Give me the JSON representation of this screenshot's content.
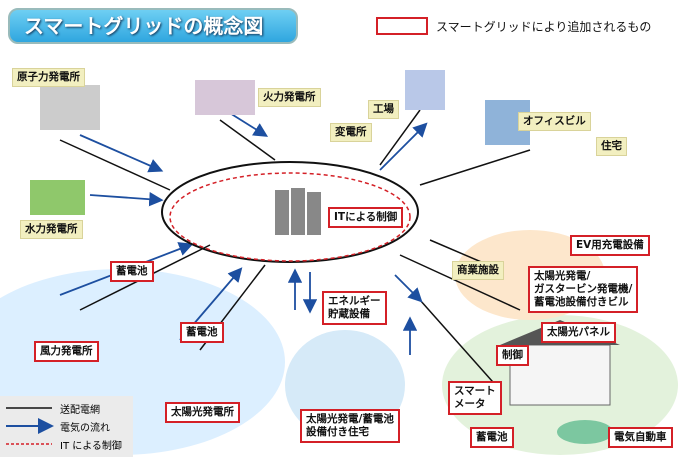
{
  "title": "スマートグリッドの概念図",
  "legend_top": "スマートグリッドにより追加されるもの",
  "labels_existing": {
    "nuclear": "原子力発電所",
    "thermal": "火力発電所",
    "factory": "工場",
    "office": "オフィスビル",
    "substation": "変電所",
    "house": "住宅",
    "hydro": "水力発電所",
    "commercial": "商業施設"
  },
  "labels_new": {
    "it_control": "ITによる制御",
    "ev_charger": "EV用充電設備",
    "building": "太陽光発電/\nガスタービン発電機/\n蓄電池設備付きビル",
    "battery1": "蓄電池",
    "storage": "エネルギー\n貯蔵設備",
    "battery2": "蓄電池",
    "solar_panel": "太陽光パネル",
    "wind": "風力発電所",
    "control": "制御",
    "smart_meter": "スマート\nメータ",
    "solar_plant": "太陽光発電所",
    "solar_house": "太陽光発電/蓄電池\n設備付き住宅",
    "battery3": "蓄電池",
    "ev": "電気自動車"
  },
  "legend": {
    "grid": "送配電網",
    "flow": "電気の流れ",
    "it": "IT による制御"
  },
  "colors": {
    "red": "#d42027",
    "blue": "#1d4fa0",
    "beige": "#f2efc0"
  }
}
